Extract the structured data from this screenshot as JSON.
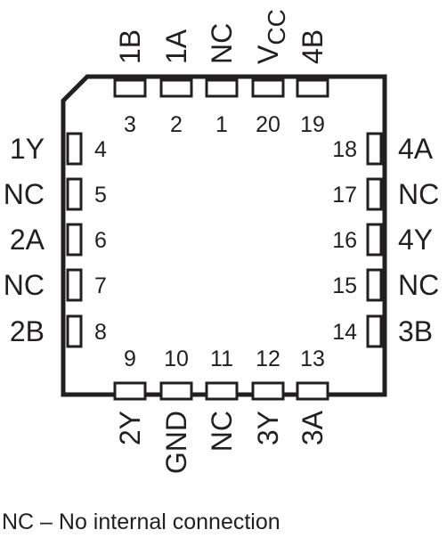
{
  "pins": [
    {
      "number": "1",
      "name": "NC"
    },
    {
      "number": "2",
      "name": "1A"
    },
    {
      "number": "3",
      "name": "1B"
    },
    {
      "number": "4",
      "name": "1Y"
    },
    {
      "number": "5",
      "name": "NC"
    },
    {
      "number": "6",
      "name": "2A"
    },
    {
      "number": "7",
      "name": "NC"
    },
    {
      "number": "8",
      "name": "2B"
    },
    {
      "number": "9",
      "name": "2Y"
    },
    {
      "number": "10",
      "name": "GND"
    },
    {
      "number": "11",
      "name": "NC"
    },
    {
      "number": "12",
      "name": "3Y"
    },
    {
      "number": "13",
      "name": "3A"
    },
    {
      "number": "14",
      "name": "3B"
    },
    {
      "number": "15",
      "name": "NC"
    },
    {
      "number": "16",
      "name": "4Y"
    },
    {
      "number": "17",
      "name": "NC"
    },
    {
      "number": "18",
      "name": "4A"
    },
    {
      "number": "19",
      "name": "4B"
    },
    {
      "number": "20",
      "name": "V",
      "name_subscript": "CC"
    }
  ],
  "footnote": "NC – No internal connection"
}
